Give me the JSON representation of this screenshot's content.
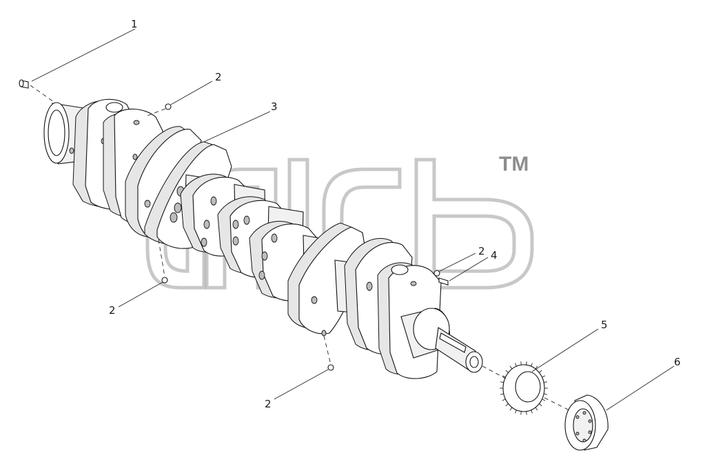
{
  "diagram": {
    "watermark_mark": "TM",
    "callouts": [
      {
        "id": "callout-1",
        "number": "1",
        "part": "dowel-pin"
      },
      {
        "id": "callout-2a",
        "number": "2",
        "part": "plug"
      },
      {
        "id": "callout-3",
        "number": "3",
        "part": "crankshaft"
      },
      {
        "id": "callout-2b",
        "number": "2",
        "part": "plug"
      },
      {
        "id": "callout-4",
        "number": "4",
        "part": "woodruff-key"
      },
      {
        "id": "callout-2c",
        "number": "2",
        "part": "plug"
      },
      {
        "id": "callout-2d",
        "number": "2",
        "part": "plug"
      },
      {
        "id": "callout-5",
        "number": "5",
        "part": "crankshaft-gear"
      },
      {
        "id": "callout-6",
        "number": "6",
        "part": "pulley-hub"
      }
    ]
  }
}
